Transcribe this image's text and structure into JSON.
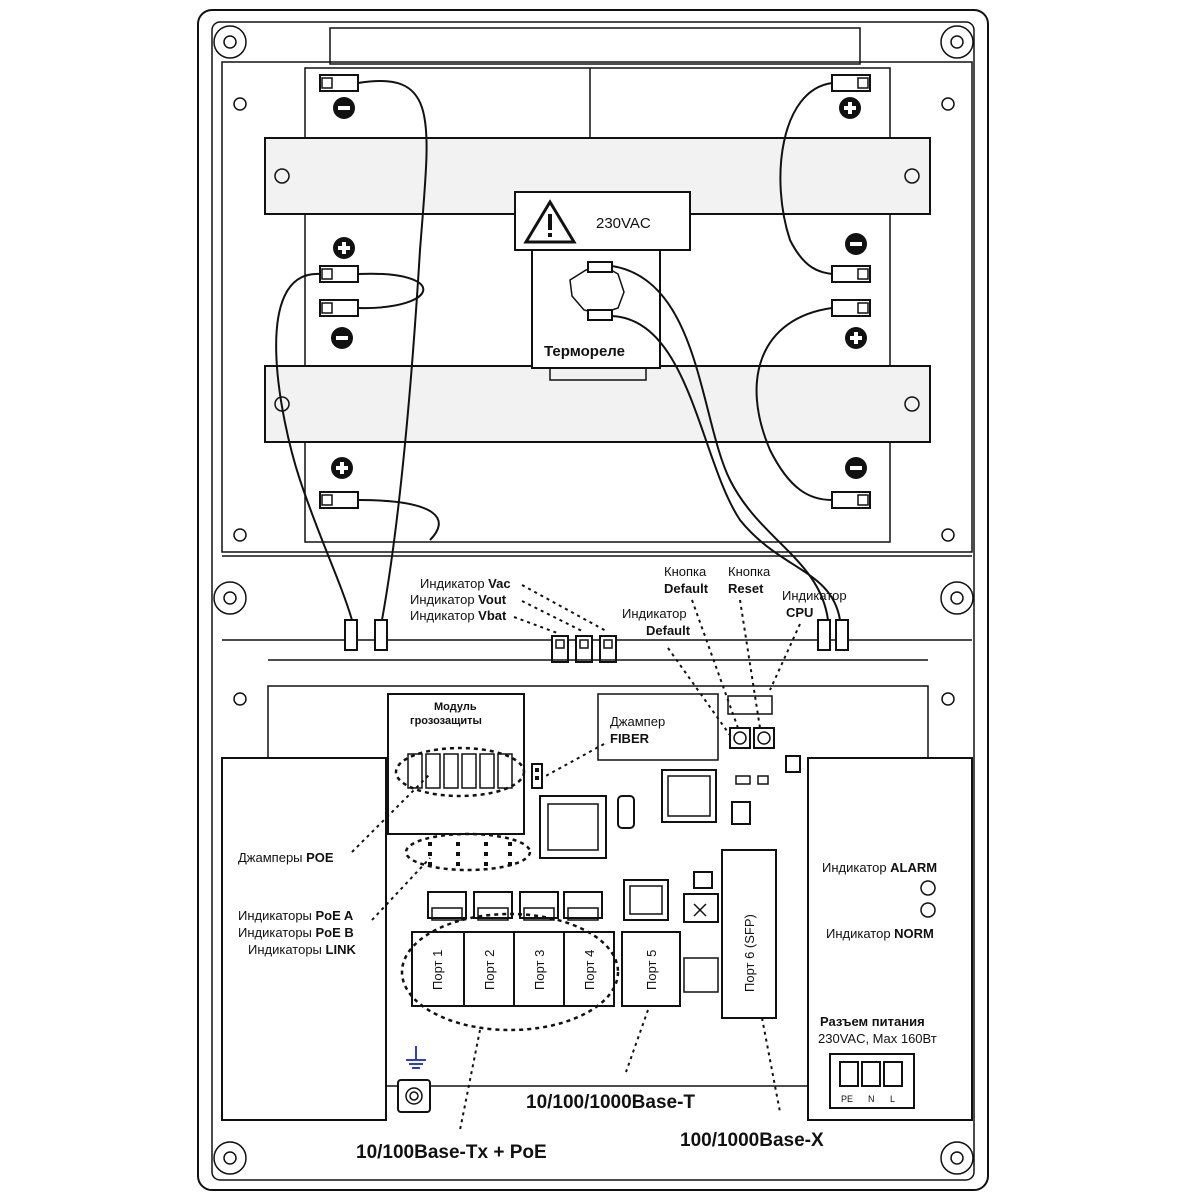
{
  "warning": {
    "voltage": "230VAC"
  },
  "thermorelay": {
    "label": "Термореле"
  },
  "battery_terminals": {
    "minus": "−",
    "plus": "+"
  },
  "indicators": {
    "vac": {
      "prefix": "Индикатор ",
      "name": "Vac"
    },
    "vout": {
      "prefix": "Индикатор ",
      "name": "Vout"
    },
    "vbat": {
      "prefix": "Индикатор ",
      "name": "Vbat"
    },
    "default": {
      "line1": "Индикатор",
      "line2": "Default"
    },
    "cpu": {
      "line1": "Индикатор",
      "line2": "CPU"
    },
    "alarm": {
      "prefix": "Индикатор ",
      "name": "ALARM"
    },
    "norm": {
      "prefix": "Индикатор ",
      "name": "NORM"
    }
  },
  "buttons": {
    "default": {
      "line1": "Кнопка",
      "line2": "Default"
    },
    "reset": {
      "line1": "Кнопка",
      "line2": "Reset"
    }
  },
  "lightning_module": {
    "line1": "Модуль",
    "line2": "грозозащиты"
  },
  "fiber_jumper": {
    "line1": "Джампер",
    "line2": "FIBER"
  },
  "poe_jumpers": {
    "prefix": "Джамперы ",
    "name": "POE"
  },
  "poe_indicators": [
    {
      "prefix": "Индикаторы ",
      "name": "PoE A"
    },
    {
      "prefix": "Индикаторы ",
      "name": "PoE B"
    },
    {
      "prefix": "Индикаторы ",
      "name": "LINK"
    }
  ],
  "ports": [
    "Порт 1",
    "Порт 2",
    "Порт 3",
    "Порт 4",
    "Порт 5",
    "Порт 6 (SFP)"
  ],
  "power_connector": {
    "title": "Разъем питания",
    "spec": "230VAC, Max 160Вт",
    "pins": [
      "PE",
      "N",
      "L"
    ]
  },
  "standards": {
    "base_t": "10/100/1000Base-T",
    "base_tx_poe": "10/100Base-Tx + PoE",
    "base_x": "100/1000Base-X"
  },
  "colors": {
    "ground_symbol": "#2a40c8",
    "outline": "#111111"
  }
}
